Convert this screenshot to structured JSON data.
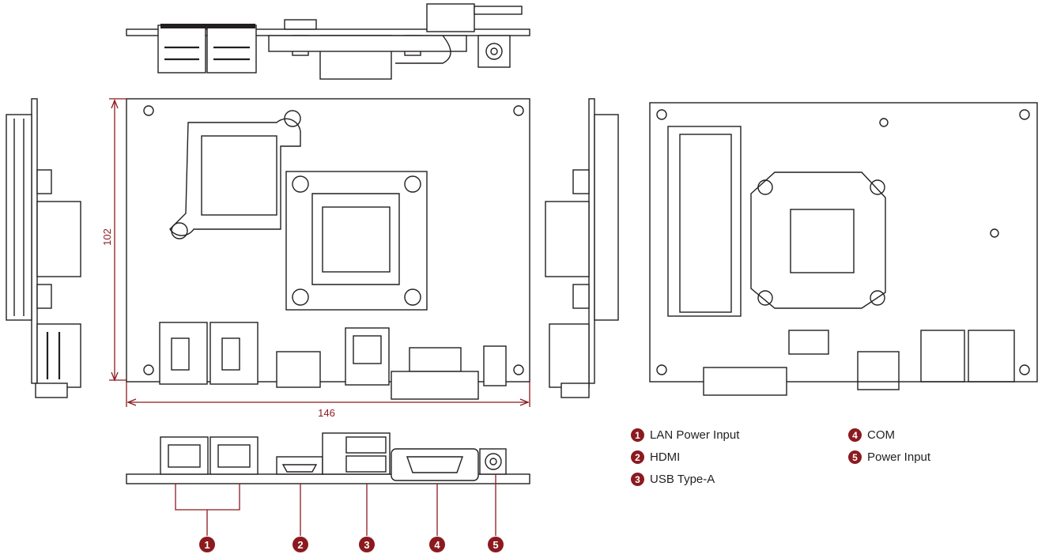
{
  "dimensions": {
    "height": "102",
    "width": "146"
  },
  "legend": [
    {
      "number": "1",
      "label": "LAN Power Input"
    },
    {
      "number": "2",
      "label": "HDMI"
    },
    {
      "number": "3",
      "label": "USB Type-A"
    },
    {
      "number": "4",
      "label": "COM"
    },
    {
      "number": "5",
      "label": "Power Input"
    }
  ],
  "callouts": [
    "1",
    "2",
    "3",
    "4",
    "5"
  ],
  "colors": {
    "accent": "#8b1a1f",
    "line": "#231f20"
  }
}
